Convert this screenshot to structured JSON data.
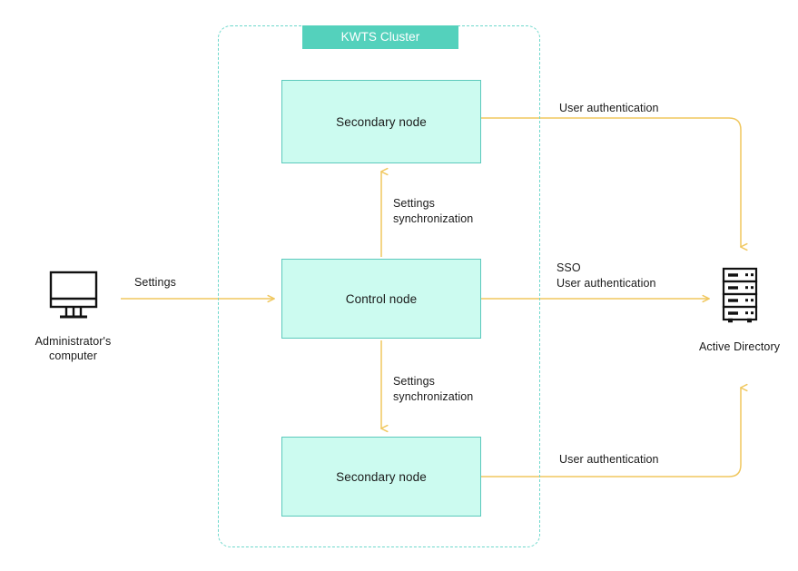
{
  "diagram": {
    "cluster": {
      "title": "KWTS Cluster",
      "nodes": {
        "secondary_top": "Secondary node",
        "control": "Control node",
        "secondary_bottom": "Secondary node"
      }
    },
    "endpoints": {
      "admin": "Administrator's\ncomputer",
      "active_directory": "Active\nDirectory"
    },
    "edges": {
      "settings": "Settings",
      "sync_top": "Settings\nsynchronization",
      "sync_bottom": "Settings\nsynchronization",
      "auth_top": "User authentication",
      "sso_auth": "SSO\nUser authentication",
      "auth_bottom": "User authentication"
    },
    "colors": {
      "node_fill": "#CCFBF0",
      "node_border": "#5BC9BC",
      "cluster_header": "#54D1BC",
      "cluster_dash": "#6ED8CC",
      "edge_line": "#F0C75E",
      "text": "#1a1a1a",
      "icon_stroke": "#111111"
    }
  }
}
